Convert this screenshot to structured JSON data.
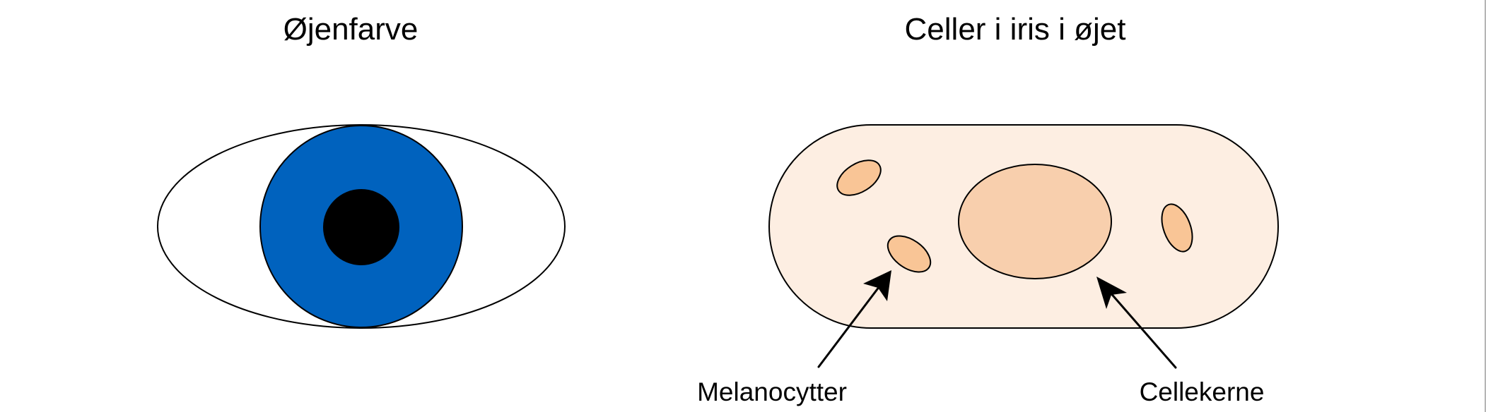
{
  "left_panel": {
    "title": "Øjenfarve"
  },
  "right_panel": {
    "title": "Celler i iris i øjet",
    "labels": {
      "melanocytes": "Melanocytter",
      "nucleus": "Cellekerne"
    }
  },
  "colors": {
    "iris": "#0062BE",
    "pupil": "#000000",
    "sclera": "#FFFFFF",
    "cell_body": "#FDEEE2",
    "nucleus": "#F8CFAD",
    "melanocyte": "#F9C596",
    "outline": "#000000"
  }
}
